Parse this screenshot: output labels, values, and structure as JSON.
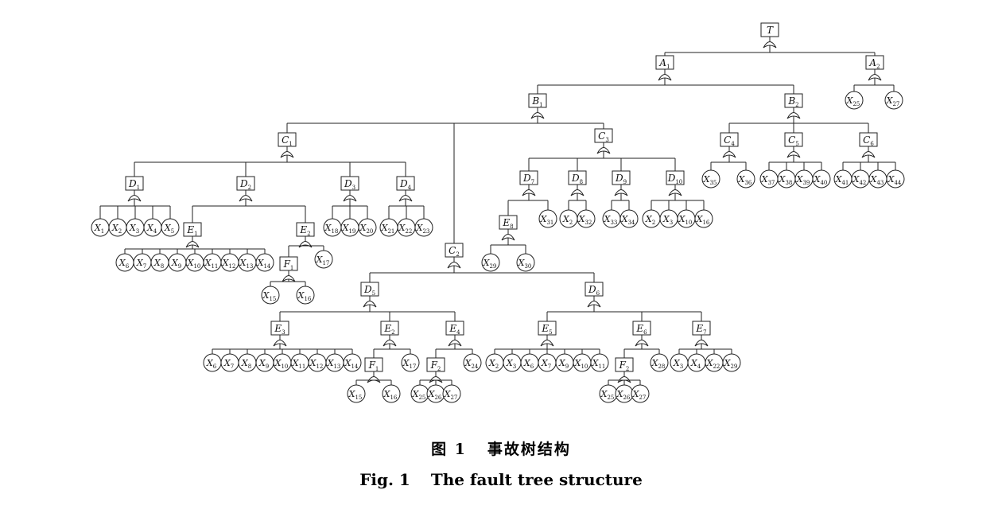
{
  "caption": {
    "cn_number": "图 1",
    "cn_title": "事故树结构",
    "en_number": "Fig. 1",
    "en_title": "The fault tree structure"
  },
  "tree": {
    "T": {
      "l": "T",
      "s": "",
      "k": [
        [
          "A",
          "1"
        ],
        [
          "A",
          "2"
        ]
      ]
    },
    "A1": {
      "l": "A",
      "s": "1",
      "k": [
        [
          "B",
          "1"
        ],
        [
          "B",
          "2"
        ]
      ]
    },
    "A2": {
      "l": "A",
      "s": "2",
      "k": [
        [
          "X",
          "25"
        ],
        [
          "X",
          "27"
        ]
      ]
    },
    "B1": {
      "l": "B",
      "s": "1",
      "k": [
        [
          "C",
          "1"
        ],
        [
          "C",
          "2"
        ],
        [
          "C",
          "3"
        ]
      ]
    },
    "B2": {
      "l": "B",
      "s": "2",
      "k": [
        [
          "C",
          "4"
        ],
        [
          "C",
          "5"
        ],
        [
          "C",
          "6"
        ]
      ]
    },
    "C1": {
      "l": "C",
      "s": "1",
      "k": [
        [
          "D",
          "1"
        ],
        [
          "D",
          "2"
        ],
        [
          "D",
          "3"
        ],
        [
          "D",
          "4"
        ]
      ]
    },
    "C2": {
      "l": "C",
      "s": "2",
      "k": [
        [
          "D",
          "5"
        ],
        [
          "D",
          "6"
        ]
      ]
    },
    "C3": {
      "l": "C",
      "s": "3",
      "k": [
        [
          "D",
          "7"
        ],
        [
          "D",
          "8"
        ],
        [
          "D",
          "9"
        ],
        [
          "D",
          "10"
        ]
      ]
    },
    "C4": {
      "l": "C",
      "s": "4",
      "k": [
        [
          "X",
          "35"
        ],
        [
          "X",
          "36"
        ]
      ]
    },
    "C5": {
      "l": "C",
      "s": "5",
      "k": [
        [
          "X",
          "37"
        ],
        [
          "X",
          "38"
        ],
        [
          "X",
          "39"
        ],
        [
          "X",
          "40"
        ]
      ]
    },
    "C6": {
      "l": "C",
      "s": "6",
      "k": [
        [
          "X",
          "41"
        ],
        [
          "X",
          "42"
        ],
        [
          "X",
          "43"
        ],
        [
          "X",
          "44"
        ]
      ]
    },
    "D1": {
      "l": "D",
      "s": "1",
      "k": [
        [
          "X",
          "1"
        ],
        [
          "X",
          "2"
        ],
        [
          "X",
          "3"
        ],
        [
          "X",
          "4"
        ],
        [
          "X",
          "5"
        ]
      ]
    },
    "D2": {
      "l": "D",
      "s": "2",
      "k": [
        [
          "E",
          "1"
        ],
        [
          "E",
          "2"
        ]
      ]
    },
    "D3": {
      "l": "D",
      "s": "3",
      "k": [
        [
          "X",
          "18"
        ],
        [
          "X",
          "19"
        ],
        [
          "X",
          "20"
        ]
      ]
    },
    "D4": {
      "l": "D",
      "s": "4",
      "k": [
        [
          "X",
          "21"
        ],
        [
          "X",
          "22"
        ],
        [
          "X",
          "23"
        ]
      ]
    },
    "D5": {
      "l": "D",
      "s": "5",
      "k": [
        [
          "E",
          "3"
        ],
        [
          "E",
          "2"
        ],
        [
          "E",
          "4"
        ]
      ]
    },
    "D6": {
      "l": "D",
      "s": "6",
      "k": [
        [
          "E",
          "5"
        ],
        [
          "E",
          "6"
        ],
        [
          "E",
          "7"
        ]
      ]
    },
    "D7": {
      "l": "D",
      "s": "7",
      "k": [
        [
          "E",
          "8"
        ],
        [
          "X",
          "31"
        ]
      ]
    },
    "D8": {
      "l": "D",
      "s": "8",
      "k": [
        [
          "X",
          "2"
        ],
        [
          "X",
          "32"
        ]
      ]
    },
    "D9": {
      "l": "D",
      "s": "9",
      "k": [
        [
          "X",
          "33"
        ],
        [
          "X",
          "34"
        ]
      ]
    },
    "D10": {
      "l": "D",
      "s": "10",
      "k": [
        [
          "X",
          "2"
        ],
        [
          "X",
          "3"
        ],
        [
          "X",
          "10"
        ],
        [
          "X",
          "16"
        ]
      ]
    },
    "E1": {
      "l": "E",
      "s": "1",
      "k": [
        [
          "X",
          "6"
        ],
        [
          "X",
          "7"
        ],
        [
          "X",
          "8"
        ],
        [
          "X",
          "9"
        ],
        [
          "X",
          "10"
        ],
        [
          "X",
          "11"
        ],
        [
          "X",
          "12"
        ],
        [
          "X",
          "13"
        ],
        [
          "X",
          "14"
        ]
      ]
    },
    "E2a": {
      "l": "E",
      "s": "2",
      "k": [
        [
          "F",
          "1"
        ],
        [
          "X",
          "17"
        ]
      ]
    },
    "E2b": {
      "l": "E",
      "s": "2",
      "k": [
        [
          "F",
          "1"
        ],
        [
          "X",
          "17"
        ]
      ]
    },
    "E3": {
      "l": "E",
      "s": "3",
      "k": [
        [
          "X",
          "6"
        ],
        [
          "X",
          "7"
        ],
        [
          "X",
          "8"
        ],
        [
          "X",
          "9"
        ],
        [
          "X",
          "10"
        ],
        [
          "X",
          "11"
        ],
        [
          "X",
          "12"
        ],
        [
          "X",
          "13"
        ],
        [
          "X",
          "14"
        ]
      ]
    },
    "E4": {
      "l": "E",
      "s": "4",
      "k": [
        [
          "F",
          "2"
        ],
        [
          "X",
          "24"
        ]
      ]
    },
    "E5": {
      "l": "E",
      "s": "5",
      "k": [
        [
          "X",
          "2"
        ],
        [
          "X",
          "3"
        ],
        [
          "X",
          "6"
        ],
        [
          "X",
          "7"
        ],
        [
          "X",
          "9"
        ],
        [
          "X",
          "10"
        ],
        [
          "X",
          "11"
        ]
      ]
    },
    "E6": {
      "l": "E",
      "s": "6",
      "k": [
        [
          "F",
          "2"
        ],
        [
          "X",
          "28"
        ]
      ]
    },
    "E7": {
      "l": "E",
      "s": "7",
      "k": [
        [
          "X",
          "3"
        ],
        [
          "X",
          "4"
        ],
        [
          "X",
          "22"
        ],
        [
          "X",
          "29"
        ]
      ]
    },
    "E8": {
      "l": "E",
      "s": "8",
      "k": [
        [
          "X",
          "29"
        ],
        [
          "X",
          "30"
        ]
      ]
    },
    "F1a": {
      "l": "F",
      "s": "1",
      "k": [
        [
          "X",
          "15"
        ],
        [
          "X",
          "16"
        ]
      ]
    },
    "F1b": {
      "l": "F",
      "s": "1",
      "k": [
        [
          "X",
          "15"
        ],
        [
          "X",
          "16"
        ]
      ]
    },
    "F2a": {
      "l": "F",
      "s": "2",
      "k": [
        [
          "X",
          "25"
        ],
        [
          "X",
          "26"
        ],
        [
          "X",
          "27"
        ]
      ]
    },
    "F2b": {
      "l": "F",
      "s": "2",
      "k": [
        [
          "X",
          "25"
        ],
        [
          "X",
          "26"
        ],
        [
          "X",
          "27"
        ]
      ]
    }
  }
}
